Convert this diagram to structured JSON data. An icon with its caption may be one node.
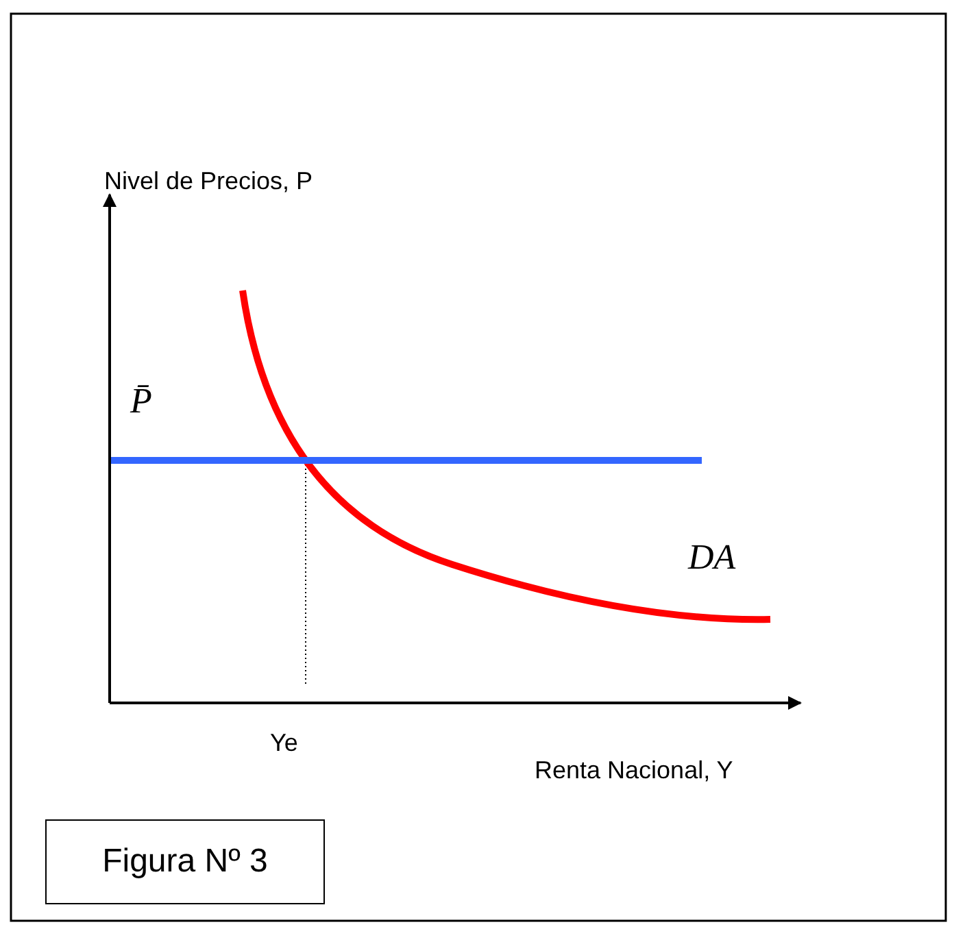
{
  "diagram": {
    "nodes": [
      {
        "text": [
          "Figura Nº 3"
        ]
      }
    ],
    "edges": [],
    "labels": [
      "Nivel de Precios, P",
      "P̄",
      "DA",
      "Ye",
      "Renta Nacional, Y"
    ]
  }
}
